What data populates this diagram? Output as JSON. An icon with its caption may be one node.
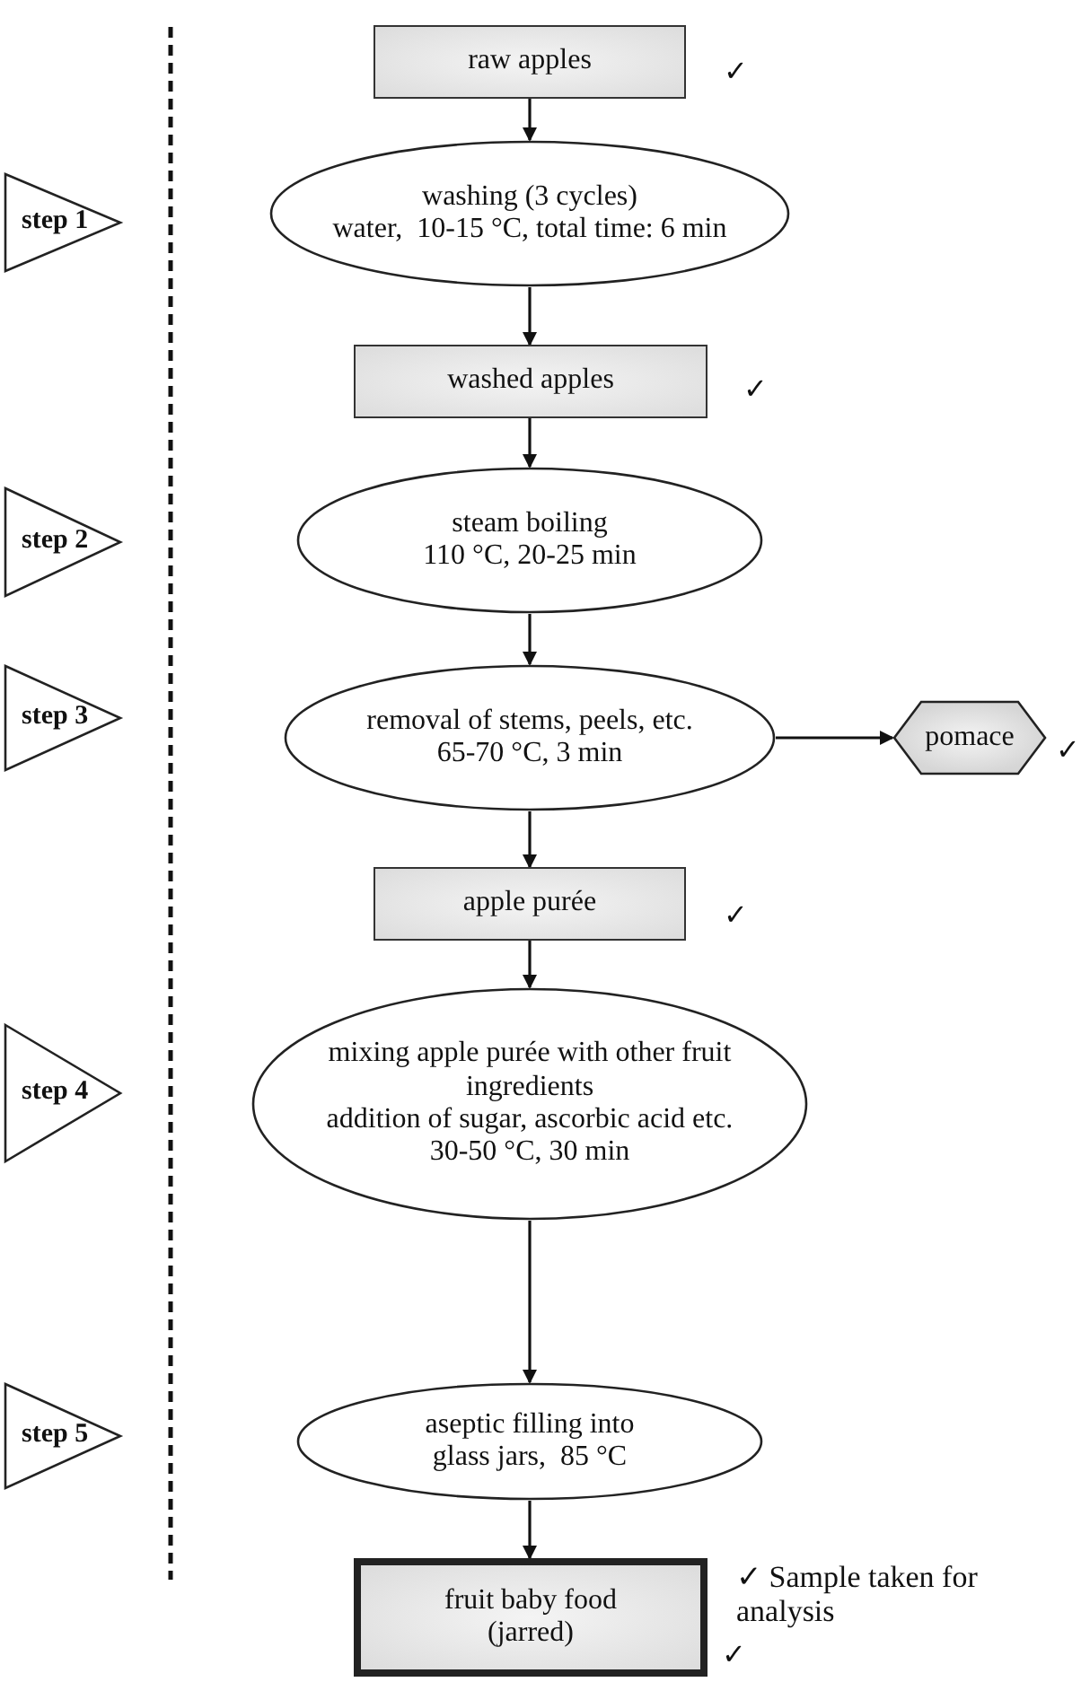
{
  "diagram": {
    "nodes": [
      {
        "text": [
          "raw apples"
        ],
        "beside": [
          "✓"
        ]
      },
      {
        "text": [
          "washing (3 cycles)",
          "water,  10-15 °C, total time: 6 min"
        ]
      },
      {
        "text": [
          "washed apples"
        ],
        "beside": [
          "✓"
        ]
      },
      {
        "text": [
          "steam boiling",
          "110 °C, 20-25 min"
        ]
      },
      {
        "text": [
          "removal of stems, peels, etc.",
          "65-70 °C, 3 min"
        ]
      },
      {
        "text": [
          "pomace"
        ],
        "beside": [
          "✓"
        ]
      },
      {
        "text": [
          "apple purée"
        ],
        "beside": [
          "✓"
        ]
      },
      {
        "text": [
          "mixing apple purée with other fruit ingredients",
          "addition of sugar, ascorbic acid etc.",
          "30-50 °C, 30 min"
        ]
      },
      {
        "text": [
          "aseptic filling into",
          "glass jars,  85 °C"
        ]
      },
      {
        "text": [
          "fruit baby food (jarred)"
        ],
        "beside": [
          "✓"
        ]
      },
      {
        "text": [
          "step 1"
        ]
      },
      {
        "text": [
          "step 2"
        ]
      },
      {
        "text": [
          "step 3"
        ]
      },
      {
        "text": [
          "step 4"
        ]
      },
      {
        "text": [
          "step 5"
        ]
      }
    ],
    "edges": [
      {
        "from": 0,
        "to": 1,
        "arrow": "to"
      },
      {
        "from": 1,
        "to": 2,
        "arrow": "to"
      },
      {
        "from": 2,
        "to": 3,
        "arrow": "to"
      },
      {
        "from": 3,
        "to": 4,
        "arrow": "to"
      },
      {
        "from": 4,
        "to": 5,
        "arrow": "to"
      },
      {
        "from": 4,
        "to": 6,
        "arrow": "to"
      },
      {
        "from": 6,
        "to": 7,
        "arrow": "to"
      },
      {
        "from": 7,
        "to": 8,
        "arrow": "to"
      },
      {
        "from": 8,
        "to": 9,
        "arrow": "to"
      }
    ],
    "labels": [
      "✓ Sample taken for analysis"
    ]
  }
}
